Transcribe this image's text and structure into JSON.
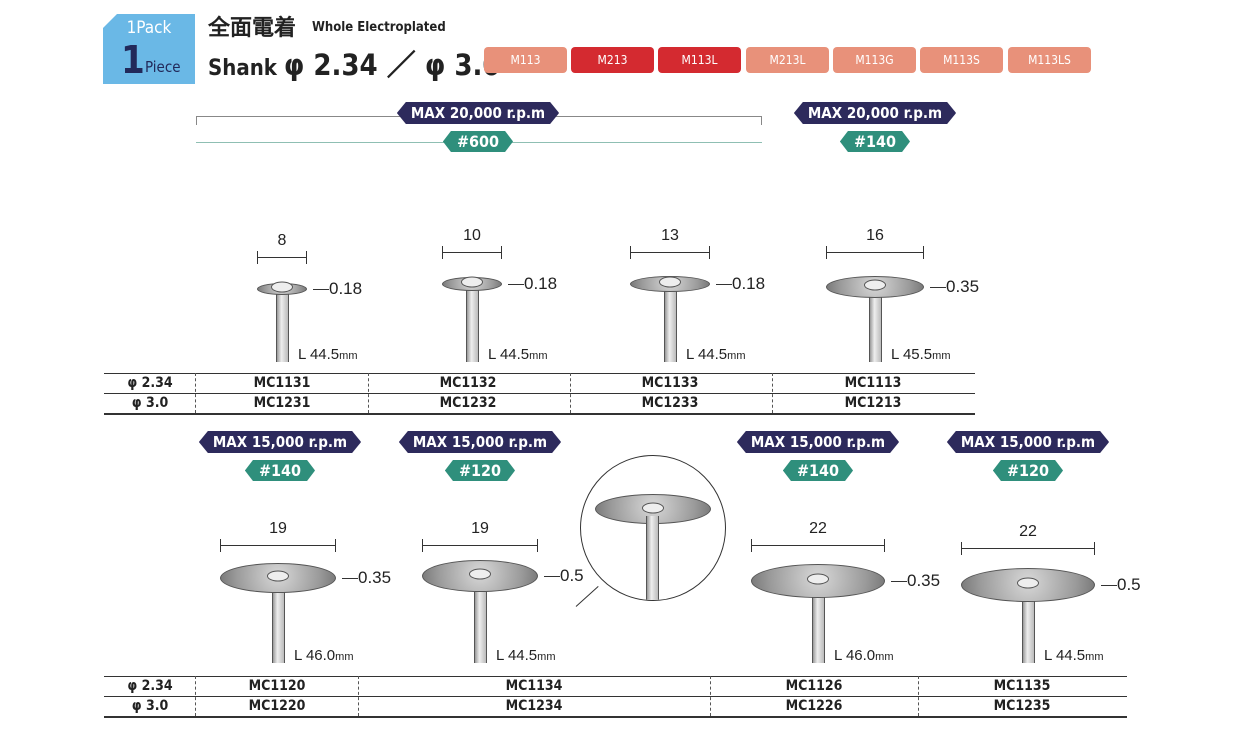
{
  "header": {
    "pack_label": "1Pack",
    "pack_count": "1",
    "pack_unit": "Piece",
    "title_jp": "全面電着",
    "title_en": "Whole Electroplated",
    "shank_label": "Shank",
    "shank_sizes": "φ 2.34 ／ φ 3.0"
  },
  "models": [
    {
      "label": "M113",
      "color": "#e8917a"
    },
    {
      "label": "M213",
      "color": "#d42a30"
    },
    {
      "label": "M113L",
      "color": "#d42a30"
    },
    {
      "label": "M213L",
      "color": "#e8917a"
    },
    {
      "label": "M113G",
      "color": "#e8917a"
    },
    {
      "label": "M113S",
      "color": "#e8917a"
    },
    {
      "label": "M113LS",
      "color": "#e8917a"
    }
  ],
  "colors": {
    "rpm_badge": "#2d2a5c",
    "grit_badge": "#2f8f7c",
    "pack_box": "#6ab8e6"
  },
  "top_badges": [
    {
      "rpm": "MAX 20,000 r.p.m",
      "grit": "#600"
    },
    {
      "rpm": "MAX 20,000 r.p.m",
      "grit": "#140"
    }
  ],
  "top_products": [
    {
      "diameter": "8",
      "thickness": "0.18",
      "length": "L 44.5",
      "unit": "mm"
    },
    {
      "diameter": "10",
      "thickness": "0.18",
      "length": "L 44.5",
      "unit": "mm"
    },
    {
      "diameter": "13",
      "thickness": "0.18",
      "length": "L 44.5",
      "unit": "mm"
    },
    {
      "diameter": "16",
      "thickness": "0.35",
      "length": "L 45.5",
      "unit": "mm"
    }
  ],
  "top_table": {
    "rows": [
      {
        "shank": "φ 2.34",
        "codes": [
          "MC1131",
          "MC1132",
          "MC1133",
          "MC1113"
        ]
      },
      {
        "shank": "φ 3.0",
        "codes": [
          "MC1231",
          "MC1232",
          "MC1233",
          "MC1213"
        ]
      }
    ]
  },
  "bottom_badges": [
    {
      "rpm": "MAX 15,000 r.p.m",
      "grit": "#140"
    },
    {
      "rpm": "MAX 15,000 r.p.m",
      "grit": "#120"
    },
    {
      "rpm": "MAX 15,000 r.p.m",
      "grit": "#140"
    },
    {
      "rpm": "MAX 15,000 r.p.m",
      "grit": "#120"
    }
  ],
  "bottom_products": [
    {
      "diameter": "19",
      "thickness": "0.35",
      "length": "L 46.0",
      "unit": "mm"
    },
    {
      "diameter": "19",
      "thickness": "0.5",
      "length": "L 44.5",
      "unit": "mm"
    },
    {
      "diameter": "22",
      "thickness": "0.35",
      "length": "L 46.0",
      "unit": "mm"
    },
    {
      "diameter": "22",
      "thickness": "0.5",
      "length": "L 44.5",
      "unit": "mm"
    }
  ],
  "bottom_table": {
    "rows": [
      {
        "shank": "φ 2.34",
        "codes": [
          "MC1120",
          "MC1134",
          "MC1126",
          "MC1135"
        ]
      },
      {
        "shank": "φ 3.0",
        "codes": [
          "MC1220",
          "MC1234",
          "MC1226",
          "MC1235"
        ]
      }
    ]
  }
}
